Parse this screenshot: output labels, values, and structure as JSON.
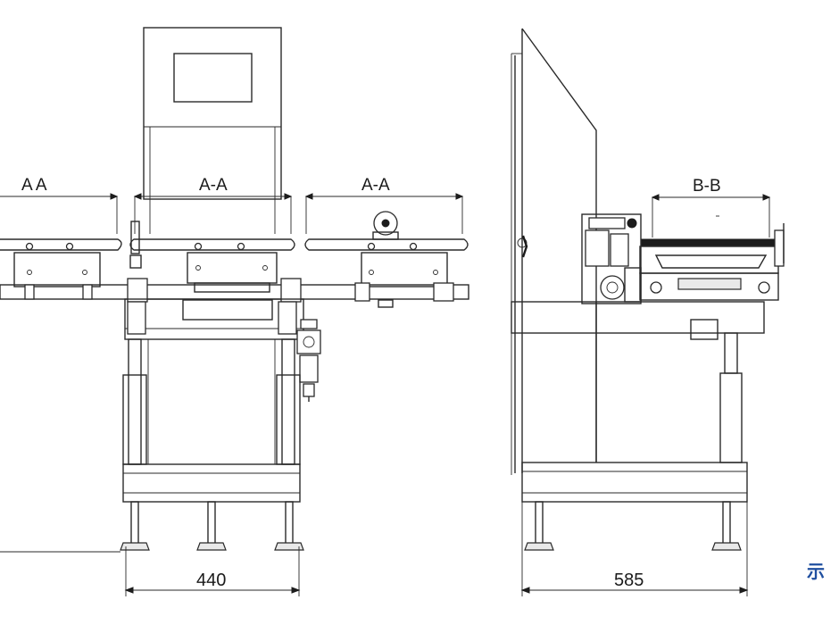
{
  "labels": {
    "section_left": "A A",
    "section_mid": "A-A",
    "section_right": "A-A",
    "section_side": "B-B",
    "dim_front_width": "440",
    "dim_side_width": "585",
    "cut_char": "示"
  },
  "colors": {
    "line": "#2a2a2a",
    "accent_text": "#1f4fa0"
  }
}
